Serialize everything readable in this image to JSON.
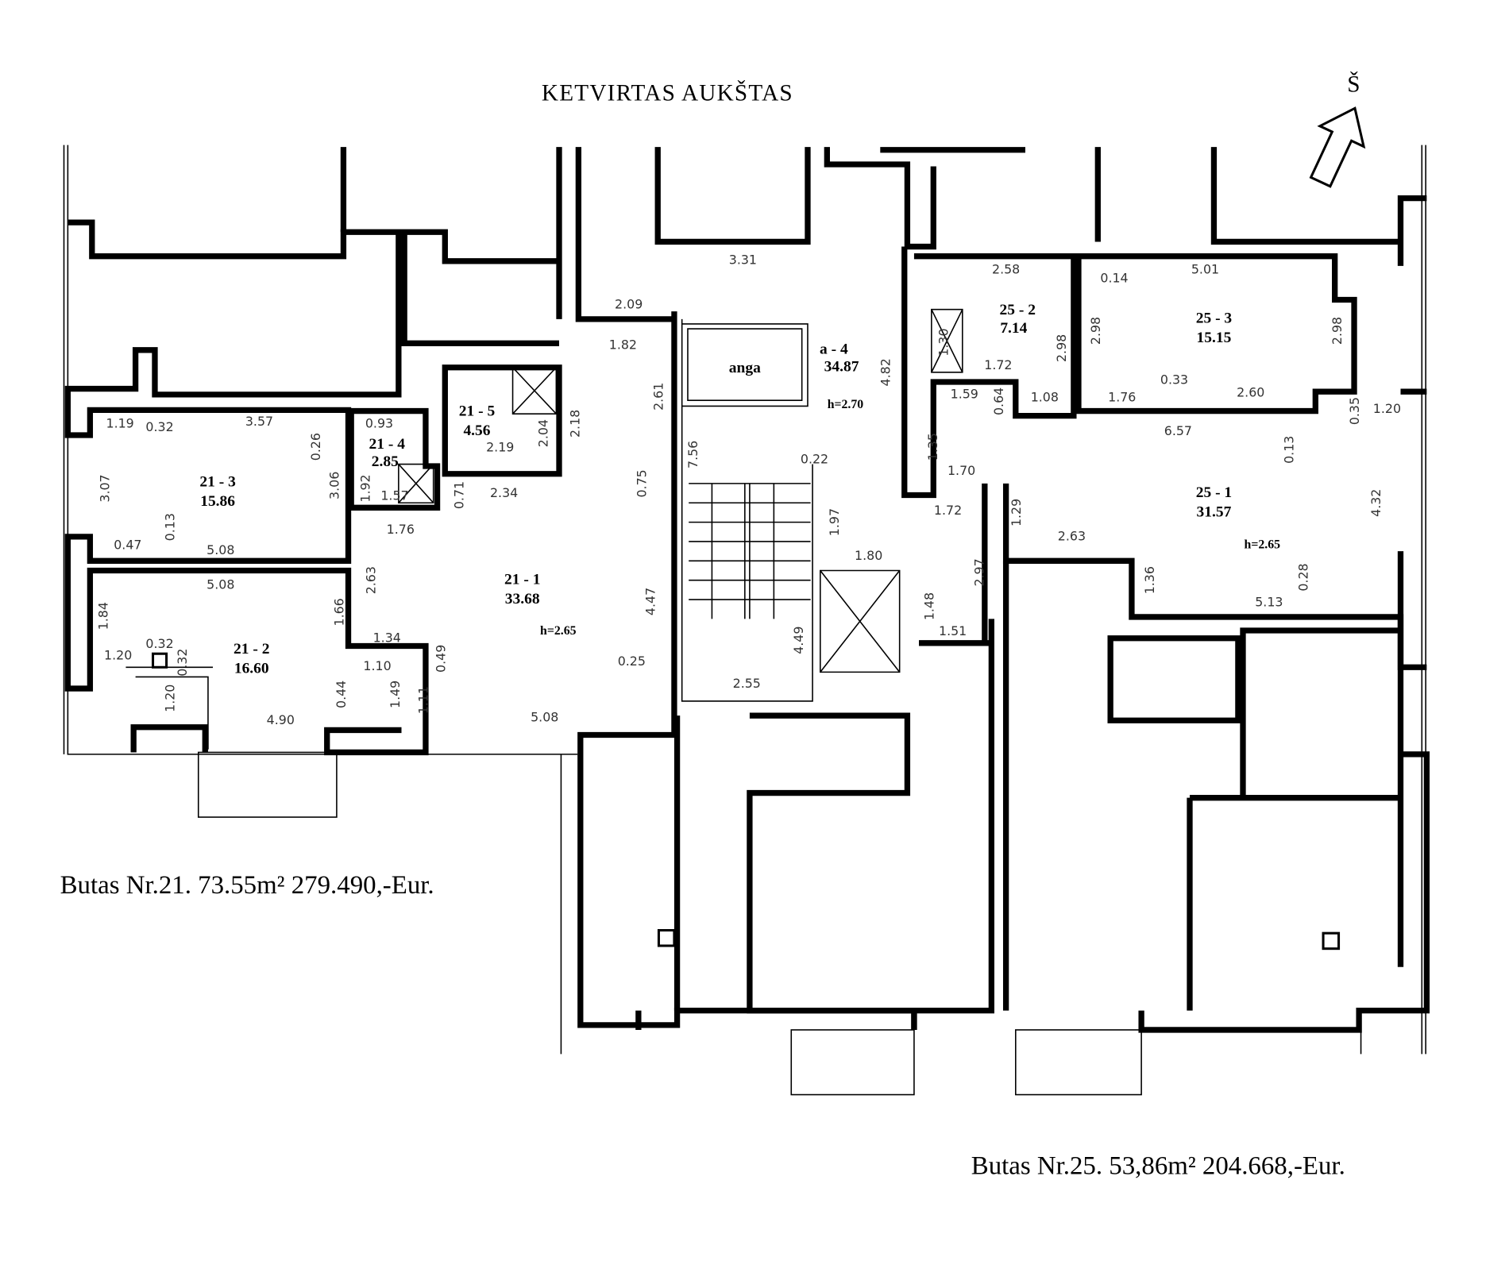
{
  "title": "KETVIRTAS  AUKŠTAS",
  "north_label": "Š",
  "rooms": [
    {
      "id": "21 - 1",
      "area": "33.68"
    },
    {
      "id": "21 - 2",
      "area": "16.60"
    },
    {
      "id": "21 - 3",
      "area": "15.86"
    },
    {
      "id": "21 - 4",
      "area": "2.85"
    },
    {
      "id": "21 - 5",
      "area": "4.56"
    },
    {
      "id": "a - 4",
      "area": "34.87"
    },
    {
      "id": "25 - 2",
      "area": "7.14"
    },
    {
      "id": "25 - 3",
      "area": "15.15"
    },
    {
      "id": "25 - 1",
      "area": "31.57"
    }
  ],
  "anga": "anga",
  "heights": [
    "h=2.65",
    "h=2.70",
    "h=2.65"
  ],
  "dims": [
    "2.09",
    "1.82",
    "2.61",
    "1.19",
    "0.32",
    "3.57",
    "0.26",
    "0.93",
    "3.07",
    "3.06",
    "1.92",
    "1.57",
    "0.71",
    "2.34",
    "2.04",
    "2.18",
    "2.19",
    "0.75",
    "7.56",
    "0.13",
    "0.47",
    "5.08",
    "1.76",
    "5.08",
    "1.84",
    "2.63",
    "1.66",
    "4.47",
    "1.34",
    "0.32",
    "1.20",
    "0.32",
    "1.10",
    "0.49",
    "0.25",
    "1.20",
    "0.44",
    "1.49",
    "1.11",
    "4.90",
    "5.08",
    "4.49",
    "2.55",
    "3.31",
    "4.82",
    "0.22",
    "1.97",
    "1.80",
    "1.48",
    "1.51",
    "2.58",
    "0.14",
    "5.01",
    "2.98",
    "2.98",
    "2.98",
    "1.30",
    "1.72",
    "0.33",
    "2.60",
    "1.59",
    "0.64",
    "1.08",
    "1.76",
    "0.35",
    "1.20",
    "6.57",
    "0.13",
    "1.35",
    "1.70",
    "1.72",
    "1.29",
    "2.63",
    "4.32",
    "2.97",
    "1.36",
    "0.28",
    "5.13"
  ],
  "captions": {
    "apartment_21": "Butas Nr.21.  73.55m²  279.490,-Eur.",
    "apartment_25": "Butas Nr.25. 53,86m²  204.668,-Eur."
  }
}
